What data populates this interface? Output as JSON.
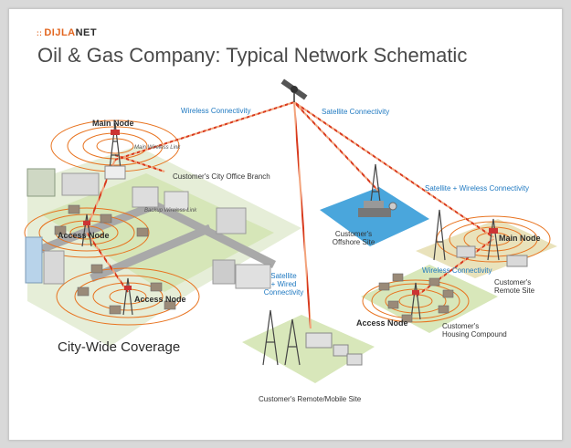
{
  "brand": {
    "prefix": "DIJLA",
    "suffix": "NET"
  },
  "title": "Oil & Gas Company: Typical Network Schematic",
  "labels": {
    "wireless_connectivity": "Wireless Connectivity",
    "satellite_connectivity": "Satellite Connectivity",
    "main_node_left": "Main Node",
    "main_wireless_link": "Main Wireless Link",
    "city_office": "Customer's City Office Branch",
    "backup_wireless_link": "Backup Wireless Link",
    "access_node_1": "Access Node",
    "access_node_2": "Access Node",
    "sat_wireless": "Satellite + Wireless Connectivity",
    "offshore_line1": "Customer's",
    "offshore_line2": "Offshore Site",
    "main_node_right": "Main Node",
    "wireless_connectivity_2": "Wireless Connectivity",
    "remote_line1": "Customer's",
    "remote_line2": "Remote Site",
    "sat_wired_1": "Satellite",
    "sat_wired_2": "+ Wired",
    "sat_wired_3": "Connectivity",
    "access_node_3": "Access Node",
    "housing_line1": "Customer's",
    "housing_line2": "Housing Compound",
    "city_wide": "City-Wide Coverage",
    "remote_mobile": "Customer's Remote/Mobile Site"
  },
  "colors": {
    "link_red": "#d83a1e",
    "link_orange": "#f0a070",
    "label_blue": "#1f79c1",
    "brand_orange": "#e2651f",
    "ground_green": "#cfe2a8",
    "water_blue": "#4aa6dc"
  }
}
